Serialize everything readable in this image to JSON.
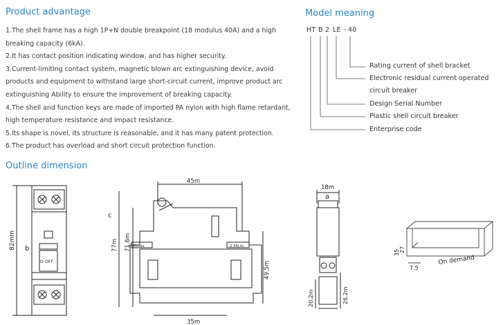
{
  "product_advantage": {
    "title": "Product advantage",
    "points": [
      "1.The shell frame has a high 1P+N double breakpoint (18 modulus 40A) and a high",
      "breaking capacity (6kA).",
      "2.It has contact position indicating window, and has higher security.",
      "3.Current-limiting contact system, magnetic blown arc extinguishing device, avoid",
      "products and equipment to withstand large short-circuit current, improve product arc",
      "extinguishing Ability to ensure the improvement of breaking capacity.",
      "4.The shell and function keys are made of imported PA nylon with high flame retardant,",
      "high temperature resistance and impact resistance.",
      "5.Its shape is novel, its structure is reasonable, and it has many patent protection.",
      "6.The product has overload and short circuit protection function."
    ]
  },
  "model_meaning": {
    "title": "Model meaning",
    "code": [
      "HT",
      "B",
      "2",
      "LE",
      "-",
      "40"
    ],
    "labels": [
      "Rating current of shell bracket",
      "Electronic residual current operated",
      "circuit breaker",
      "Design Serial Number",
      "Plastic shell circuit breaker",
      "Enterprise code"
    ]
  },
  "outline": {
    "title": "Outline dimension",
    "front": {
      "height": "82mm",
      "width_label": "b",
      "switch_text": "O-OFF"
    },
    "side": {
      "top_width": "45m",
      "bottom_width": "35m",
      "left_label": "c",
      "h1": "77m",
      "h2": "71.6m",
      "h3": "49.5m",
      "torque_left": "Mmax",
      "torque_right": "2.5N.m"
    },
    "narrow": {
      "width": "18m",
      "width_label": "a",
      "h1": "20.2m",
      "h2": "26.2m"
    },
    "rail": {
      "h1": "35",
      "h2": "27",
      "w": "7.5",
      "note": "On demand"
    }
  }
}
